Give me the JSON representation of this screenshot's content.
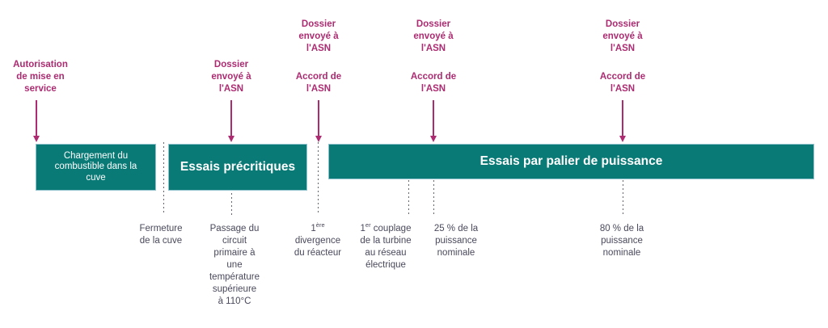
{
  "diagram": {
    "colors": {
      "teal": "#0a7a76",
      "teal_border": "#8fc2cc",
      "magenta": "#ac2b71",
      "milestone_text": "#49495c",
      "dash_line": "#60656e",
      "phase_text": "#ffffff"
    },
    "asn_annotations": [
      {
        "name": "autorisation-mise-en-service",
        "lower": "Autorisation\nde mise en\nservice"
      },
      {
        "name": "dossier-asn-precritiques",
        "lower": "Dossier\nenvoyé à\nl'ASN"
      },
      {
        "name": "dossier-accord-divergence",
        "upper": "Dossier\nenvoyé à\nl'ASN",
        "lower": "Accord de\nl'ASN"
      },
      {
        "name": "dossier-accord-25pct",
        "upper": "Dossier\nenvoyé à\nl'ASN",
        "lower": "Accord de\nl'ASN"
      },
      {
        "name": "dossier-accord-80pct",
        "upper": "Dossier\nenvoyé à\nl'ASN",
        "lower": "Accord de\nl'ASN"
      }
    ],
    "phases": [
      {
        "name": "chargement-combustible",
        "label": "Chargement du\ncombustible dans la\ncuve"
      },
      {
        "name": "essais-precritiques",
        "label": "Essais précritiques"
      },
      {
        "name": "essais-palier-puissance",
        "label": "Essais par palier de puissance"
      }
    ],
    "milestones": [
      {
        "name": "fermeture-cuve",
        "text": "Fermeture\nde la cuve"
      },
      {
        "name": "passage-circuit-primaire",
        "text": "Passage du\ncircuit\nprimaire à\nune\ntempérature\nsupérieure\nà 110°C"
      },
      {
        "name": "premiere-divergence",
        "prefix": "1",
        "sup": "ère",
        "rest": "\ndivergence\ndu réacteur"
      },
      {
        "name": "premier-couplage",
        "prefix": "1",
        "sup": "er",
        "rest": " couplage\nde la turbine\nau réseau\nélectrique"
      },
      {
        "name": "puissance-25",
        "text": "25 % de la\npuissance\nnominale"
      },
      {
        "name": "puissance-80",
        "text": "80 % de la\npuissance\nnominale"
      }
    ]
  }
}
